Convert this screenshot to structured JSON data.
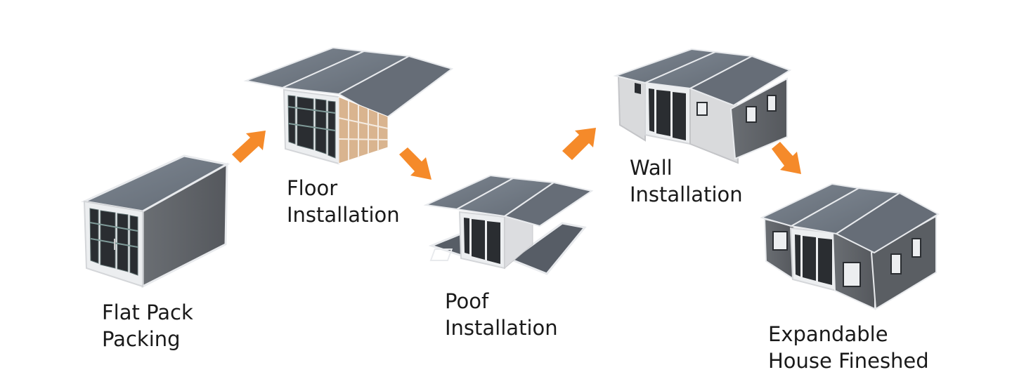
{
  "colors": {
    "arrow": "#f58a2a",
    "roof": "#747c87",
    "roof_dark": "#5d646d",
    "wall_dark": "#5f6368",
    "wall_light": "#d9dadc",
    "frame": "#f2f3f5",
    "glass": "#2a2d31",
    "panel_warm": "#d9b48f",
    "text": "#1a1a1a"
  },
  "steps": [
    {
      "id": "flat-pack",
      "line1": "Flat Pack",
      "line2": "Packing",
      "icon": "flat-pack-container-icon"
    },
    {
      "id": "floor",
      "line1": "Floor",
      "line2": "Installation",
      "icon": "floor-unfold-icon"
    },
    {
      "id": "roof",
      "line1": "Poof",
      "line2": "Installation",
      "icon": "roof-install-icon"
    },
    {
      "id": "wall",
      "line1": "Wall",
      "line2": "Installation",
      "icon": "wall-install-icon"
    },
    {
      "id": "finished",
      "line1": "Expandable",
      "line2": "House Fineshed",
      "icon": "finished-house-icon"
    }
  ],
  "connector_icon": "orange-arrow-icon"
}
